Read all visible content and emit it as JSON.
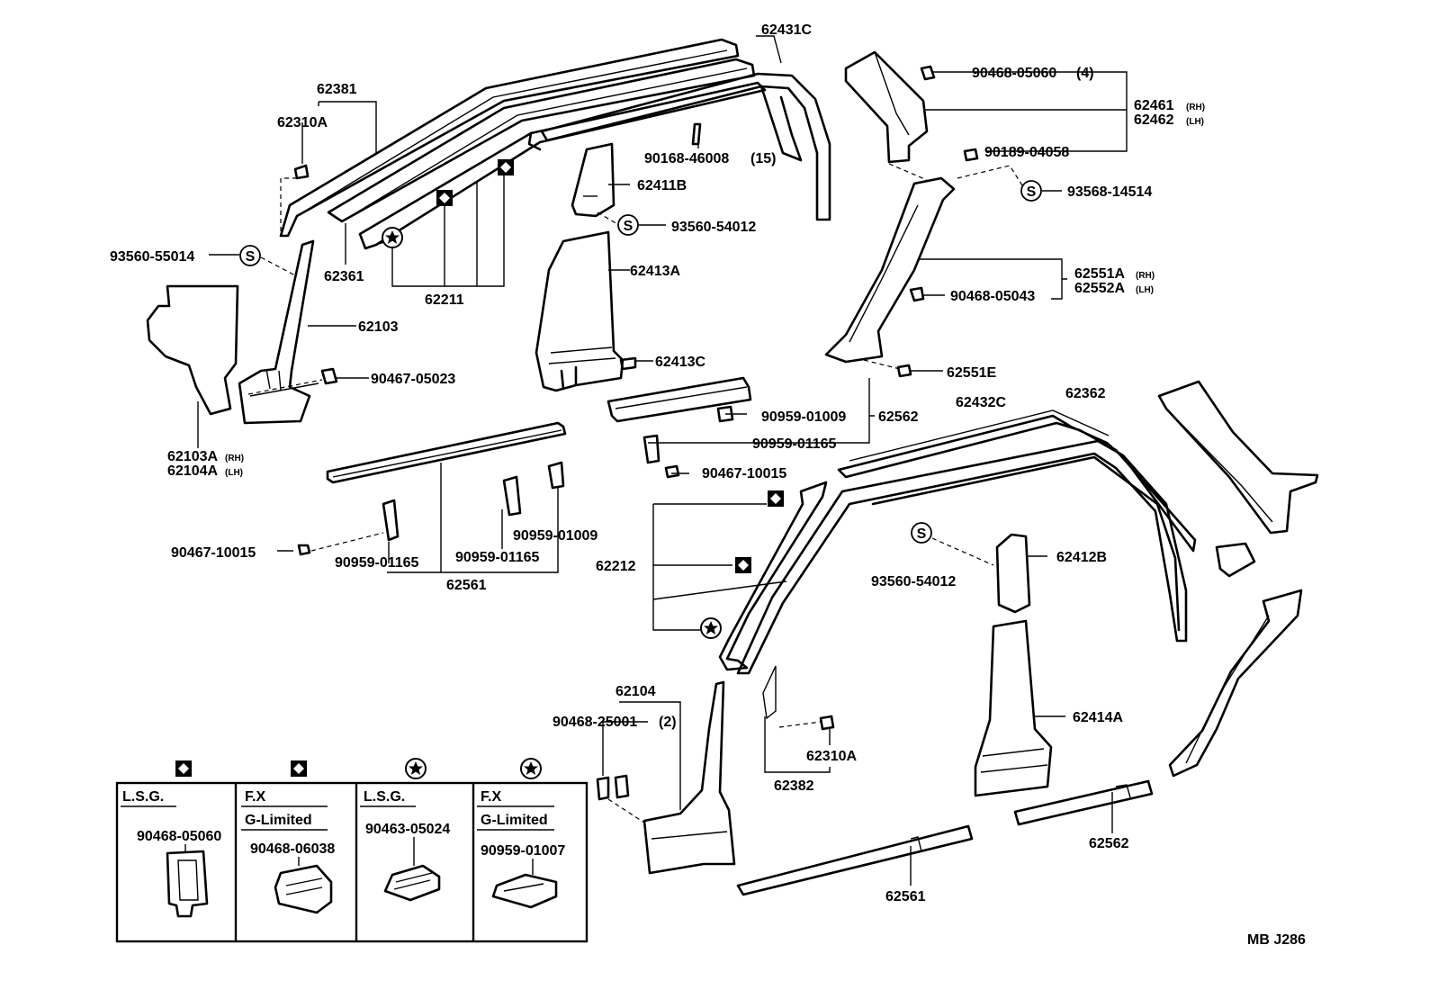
{
  "labels": {
    "p62431C": "62431C",
    "p62381": "62381",
    "p62310A_top": "62310A",
    "p90168": "90168-46008",
    "p90168_qty": "(15)",
    "p62411B": "62411B",
    "p93560_54012_top": "93560-54012",
    "p93560_55014": "93560-55014",
    "p62361": "62361",
    "p62211": "62211",
    "p62413A": "62413A",
    "p62103": "62103",
    "p62413C": "62413C",
    "p90467_05023": "90467-05023",
    "p62103A": "62103A",
    "p62103A_side": "(RH)",
    "p62104A": "62104A",
    "p62104A_side": "(LH)",
    "p90468_05060_top": "90468-05060",
    "p90468_05060_qty": "(4)",
    "p62461": "62461",
    "p62461_side": "(RH)",
    "p62462": "62462",
    "p62462_side": "(LH)",
    "p90189": "90189-04058",
    "p93568": "93568-14514",
    "p62551A": "62551A",
    "p62551A_side": "(RH)",
    "p62552A": "62552A",
    "p62552A_side": "(LH)",
    "p90468_05043": "90468-05043",
    "p62551E": "62551E",
    "p90959_01009_top": "90959-01009",
    "p62562_top": "62562",
    "p90959_01165_top": "90959-01165",
    "p90467_10015_mid": "90467-10015",
    "p62432C": "62432C",
    "p62362": "62362",
    "p90467_10015_left": "90467-10015",
    "p90959_01165_l1": "90959-01165",
    "p90959_01165_l2": "90959-01165",
    "p90959_01009_left": "90959-01009",
    "p62561_left": "62561",
    "p62212": "62212",
    "p93560_54012_bot": "93560-54012",
    "p62412B": "62412B",
    "p62104": "62104",
    "p90468_25001": "90468-25001",
    "p90468_25001_qty": "(2)",
    "p62414A": "62414A",
    "p62310A_bot": "62310A",
    "p62382": "62382",
    "p62562_bot": "62562",
    "p62561_bot": "62561",
    "diagram_code": "MB J286",
    "s_symbol": "S"
  },
  "legend": {
    "cells": [
      {
        "symbol": "diamond",
        "line1": "L.S.G.",
        "line2": "",
        "part": "90468-05060"
      },
      {
        "symbol": "diamond",
        "line1": "F.X",
        "line2": "G-Limited",
        "part": "90468-06038"
      },
      {
        "symbol": "star",
        "line1": "L.S.G.",
        "line2": "",
        "part": "90463-05024"
      },
      {
        "symbol": "star",
        "line1": "F.X",
        "line2": "G-Limited",
        "part": "90959-01007"
      }
    ]
  }
}
